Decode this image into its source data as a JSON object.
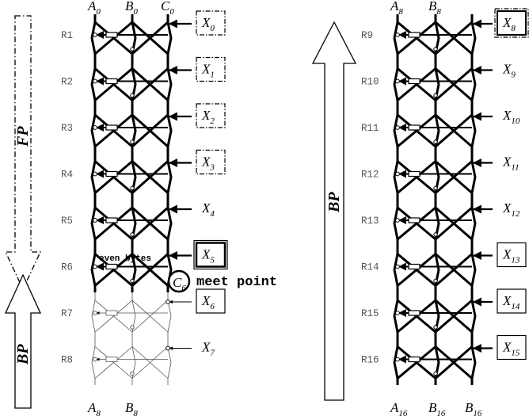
{
  "left": {
    "rounds": [
      "R1",
      "R2",
      "R3",
      "R4",
      "R5",
      "R6",
      "R7",
      "R8"
    ],
    "top_labels": [
      {
        "l": "A",
        "s": "0"
      },
      {
        "l": "B",
        "s": "0"
      },
      {
        "l": "C",
        "s": "0"
      }
    ],
    "bottom_labels": [
      {
        "l": "A",
        "s": "8"
      },
      {
        "l": "B",
        "s": "8"
      }
    ],
    "inputs": [
      {
        "l": "X",
        "s": "0",
        "box": "dashdot"
      },
      {
        "l": "X",
        "s": "1",
        "box": "dashdot"
      },
      {
        "l": "X",
        "s": "2",
        "box": "dashdot"
      },
      {
        "l": "X",
        "s": "3",
        "box": "dashdot"
      },
      {
        "l": "X",
        "s": "4",
        "box": "none"
      },
      {
        "l": "X",
        "s": "5",
        "box": "double"
      },
      {
        "l": "X",
        "s": "6",
        "box": "solid"
      },
      {
        "l": "X",
        "s": "7",
        "box": "none"
      }
    ],
    "fp_label": "FP",
    "bp_label": "BP",
    "even_bytes": "even bytes",
    "meet_C": {
      "l": "C",
      "s": "6"
    },
    "meet_point": "meet point"
  },
  "right": {
    "rounds": [
      "R9",
      "R10",
      "R11",
      "R12",
      "R13",
      "R14",
      "R15",
      "R16"
    ],
    "top_labels": [
      {
        "l": "A",
        "s": "8"
      },
      {
        "l": "B",
        "s": "8"
      }
    ],
    "bottom_labels": [
      {
        "l": "A",
        "s": "16"
      },
      {
        "l": "B",
        "s": "16"
      },
      {
        "l": "B",
        "s": "16"
      }
    ],
    "inputs": [
      {
        "l": "X",
        "s": "8",
        "box": "double-dashdot"
      },
      {
        "l": "X",
        "s": "9",
        "box": "none"
      },
      {
        "l": "X",
        "s": "10",
        "box": "none"
      },
      {
        "l": "X",
        "s": "11",
        "box": "none"
      },
      {
        "l": "X",
        "s": "12",
        "box": "none"
      },
      {
        "l": "X",
        "s": "13",
        "box": "solid"
      },
      {
        "l": "X",
        "s": "14",
        "box": "solid"
      },
      {
        "l": "X",
        "s": "15",
        "box": "solid"
      }
    ],
    "bp_label": "BP"
  }
}
